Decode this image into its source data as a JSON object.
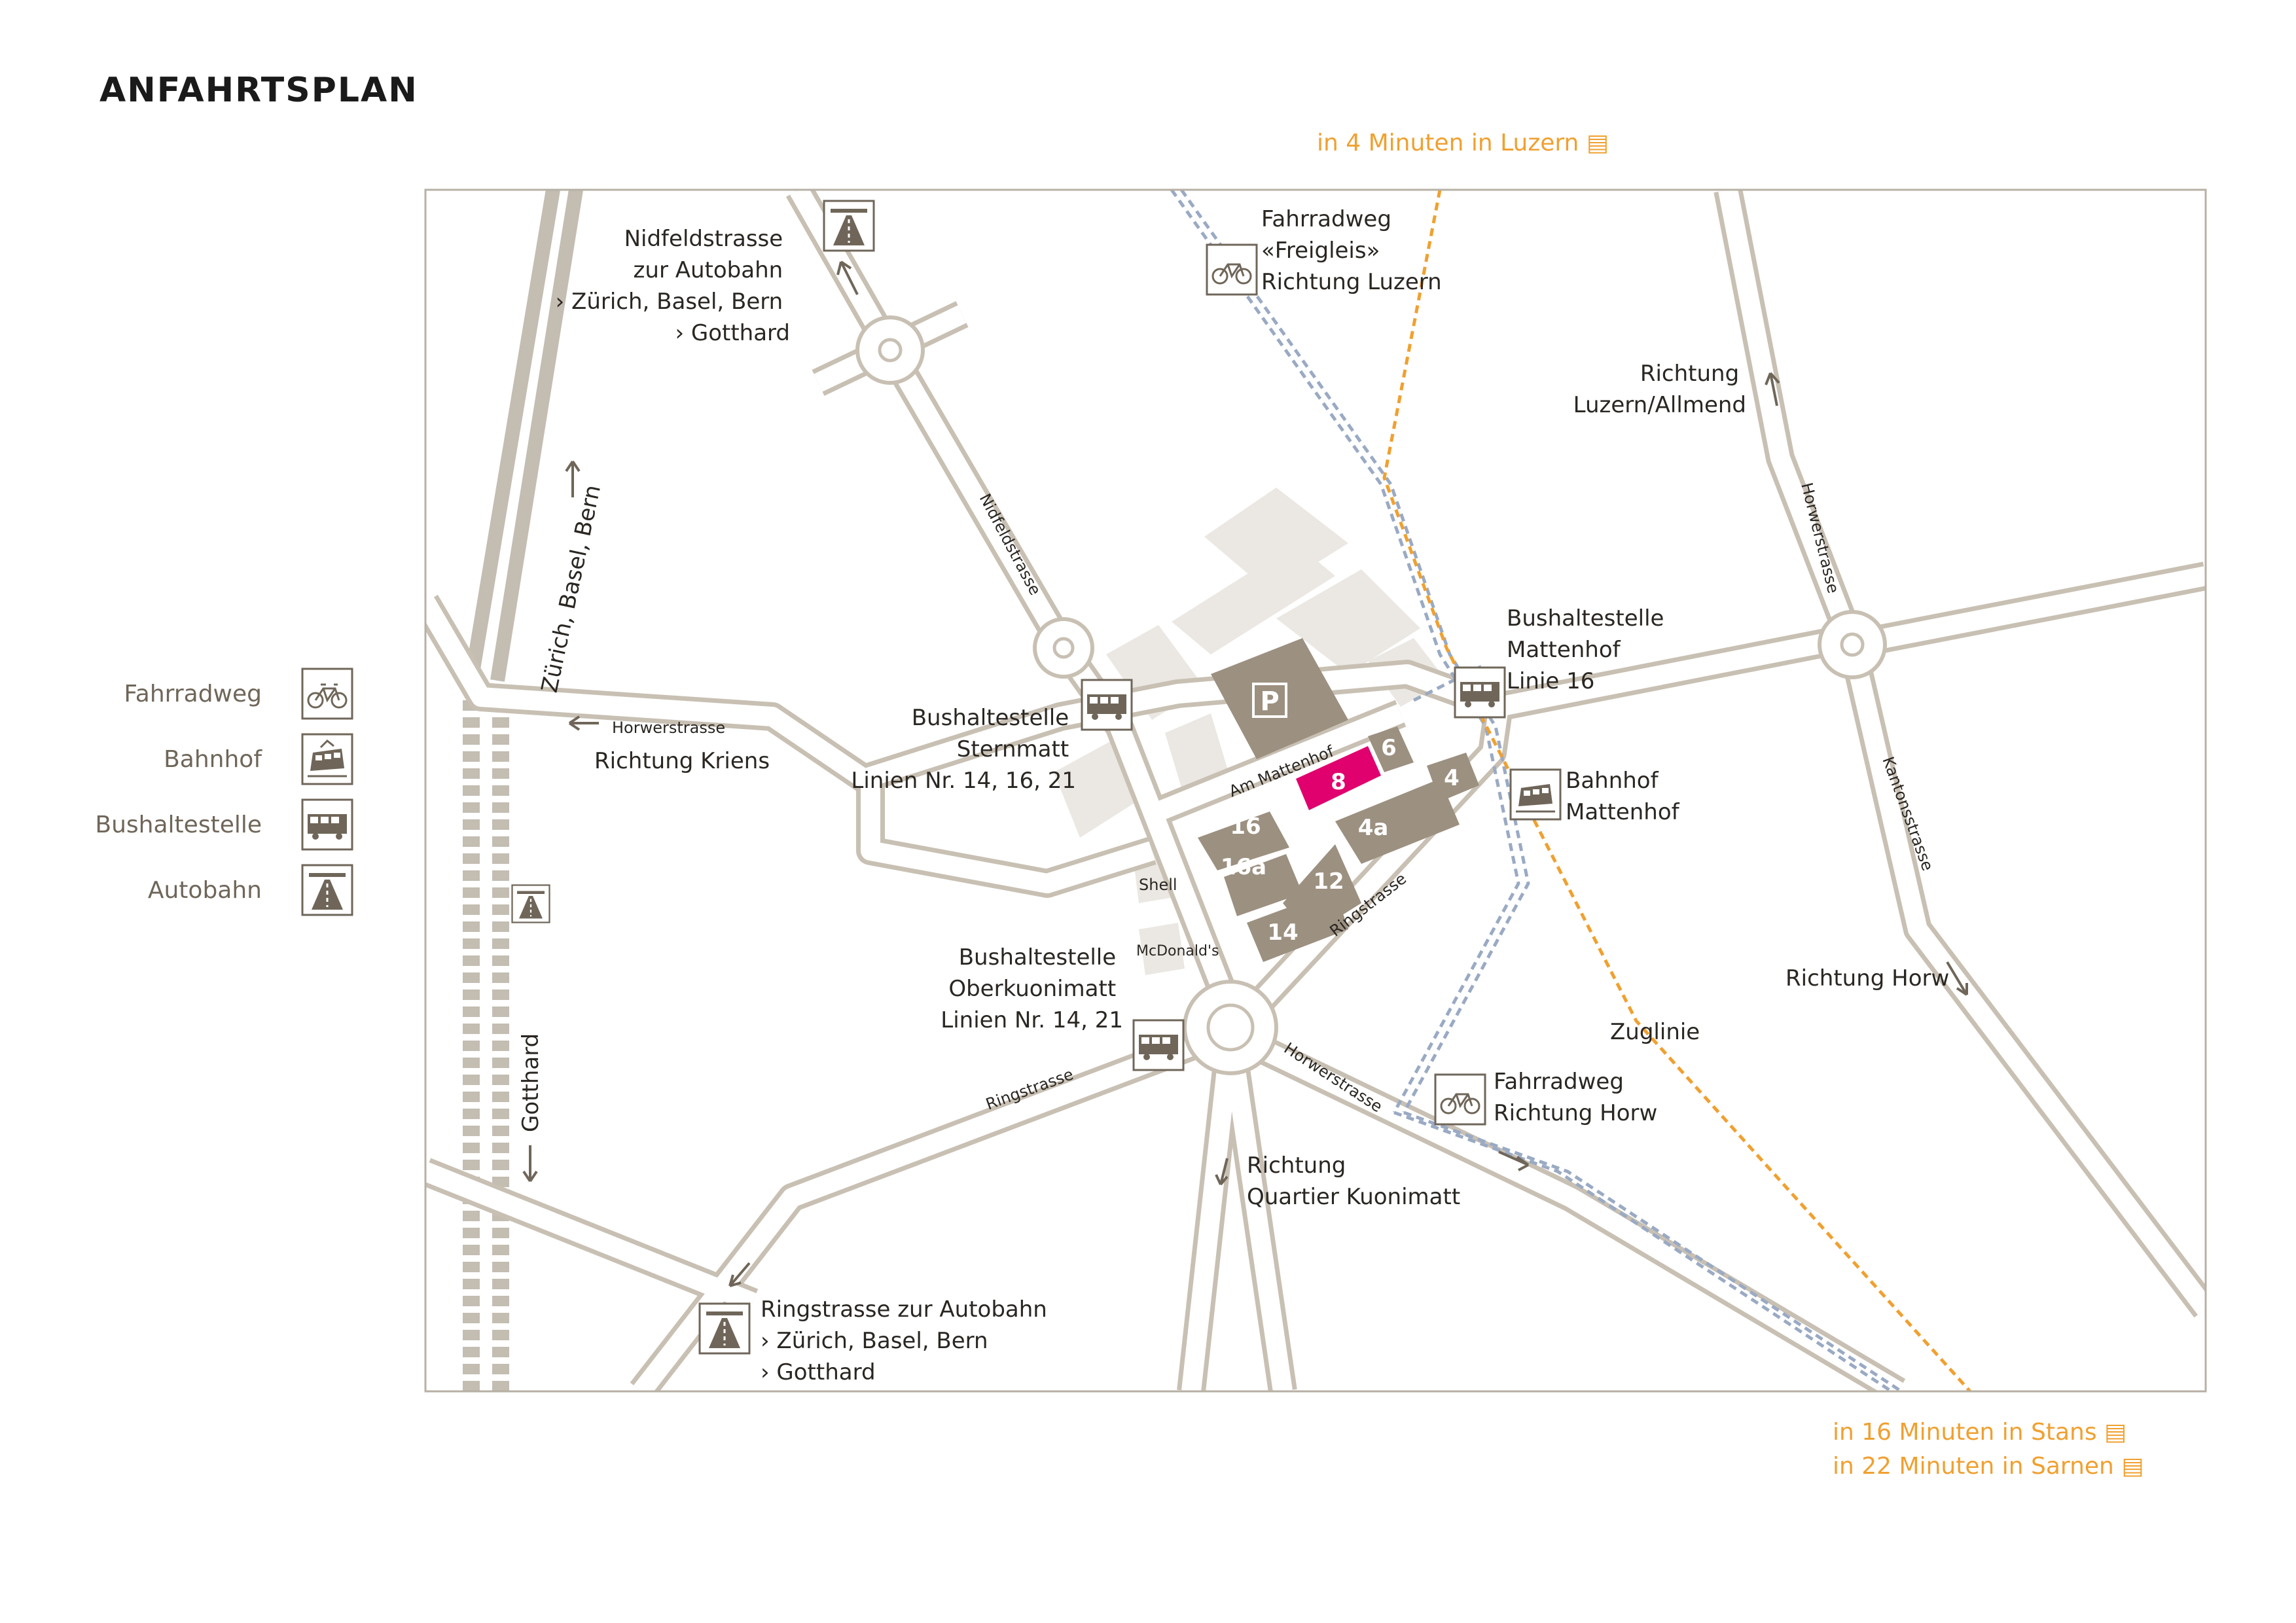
{
  "page": {
    "title": "ANFAHRTSPLAN"
  },
  "notes": {
    "top": "in 4 Minuten in Luzern",
    "bottom": [
      "in 16 Minuten in Stans",
      "in 22 Minuten in Sarnen"
    ]
  },
  "legend": [
    {
      "label": "Fahrradweg",
      "icon": "bicycle-icon"
    },
    {
      "label": "Bahnhof",
      "icon": "train-icon"
    },
    {
      "label": "Bushaltestelle",
      "icon": "bus-icon"
    },
    {
      "label": "Autobahn",
      "icon": "motorway-icon"
    }
  ],
  "colors": {
    "road": "#c8c0b3",
    "building": "#9c9080",
    "building_light": "#ebe8e3",
    "highlight": "#e0006e",
    "rail": "#c3bdb2",
    "train_line": "#f0a030",
    "bike_path": "#9aaac4",
    "text": "#2a2622",
    "legend_text": "#6f6659"
  },
  "map": {
    "labels": {
      "nidfeld_autobahn": [
        "Nidfeldstrasse",
        "zur Autobahn",
        "› Zürich, Basel, Bern",
        "› Gotthard"
      ],
      "freigleis": [
        "Fahrradweg",
        "«Freigleis»",
        "Richtung Luzern"
      ],
      "luzern_allmend": [
        "Richtung",
        "Luzern/Allmend"
      ],
      "bus_mattenhof": [
        "Bushaltestelle",
        "Mattenhof",
        "Linie 16"
      ],
      "bahnhof_mattenhof": [
        "Bahnhof",
        "Mattenhof"
      ],
      "bus_sternmatt": [
        "Bushaltestelle",
        "Sternmatt",
        "Linien Nr. 14, 16, 21"
      ],
      "bus_oberkuonimatt": [
        "Bushaltestelle",
        "Oberkuonimatt",
        "Linien Nr. 14, 21"
      ],
      "richtung_kriens": "Richtung Kriens",
      "richtung_horw": "Richtung Horw",
      "zuglinie": "Zuglinie",
      "fahrradweg_horw": [
        "Fahrradweg",
        "Richtung Horw"
      ],
      "quartier_kuonimatt": [
        "Richtung",
        "Quartier Kuonimatt"
      ],
      "ringstrasse_autobahn": [
        "Ringstrasse zur Autobahn",
        "› Zürich, Basel, Bern",
        "› Gotthard"
      ],
      "zurich_basel_bern": "Zürich, Basel, Bern",
      "gotthard": "Gotthard",
      "shell": "Shell",
      "mcdonalds": "McDonald's"
    },
    "street_names": {
      "nidfeldstrasse": "Nidfeldstrasse",
      "horwerstrasse": "Horwerstrasse",
      "am_mattenhof": "Am Mattenhof",
      "ringstrasse": "Ringstrasse",
      "kantonsstrasse": "Kantonsstrasse"
    },
    "buildings": [
      "8",
      "6",
      "4",
      "4a",
      "16",
      "16a",
      "12",
      "14"
    ]
  }
}
